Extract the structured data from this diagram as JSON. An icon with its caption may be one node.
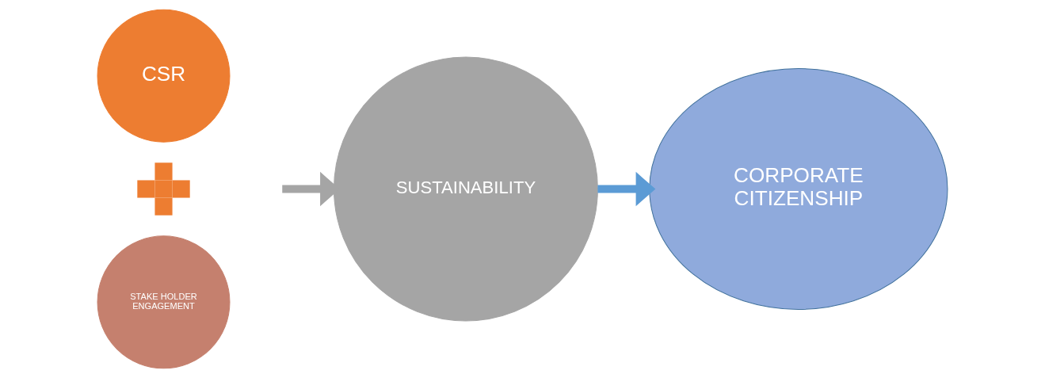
{
  "diagram": {
    "nodes": [
      {
        "text": [
          "CSR"
        ]
      },
      {
        "text": [],
        "shape": "plus"
      },
      {
        "text": [
          "STAKE HOLDER ENGAGEMENT"
        ]
      },
      {
        "text": [
          "SUSTAINABILITY"
        ]
      },
      {
        "text": [
          "CORPORATE CITIZENSHIP"
        ]
      }
    ],
    "edges": [
      {
        "from": null,
        "to": 3,
        "arrow": "to",
        "color": "#a5a5a5"
      },
      {
        "from": 3,
        "to": 4,
        "arrow": "to",
        "color": "#5b9bd5"
      }
    ]
  }
}
